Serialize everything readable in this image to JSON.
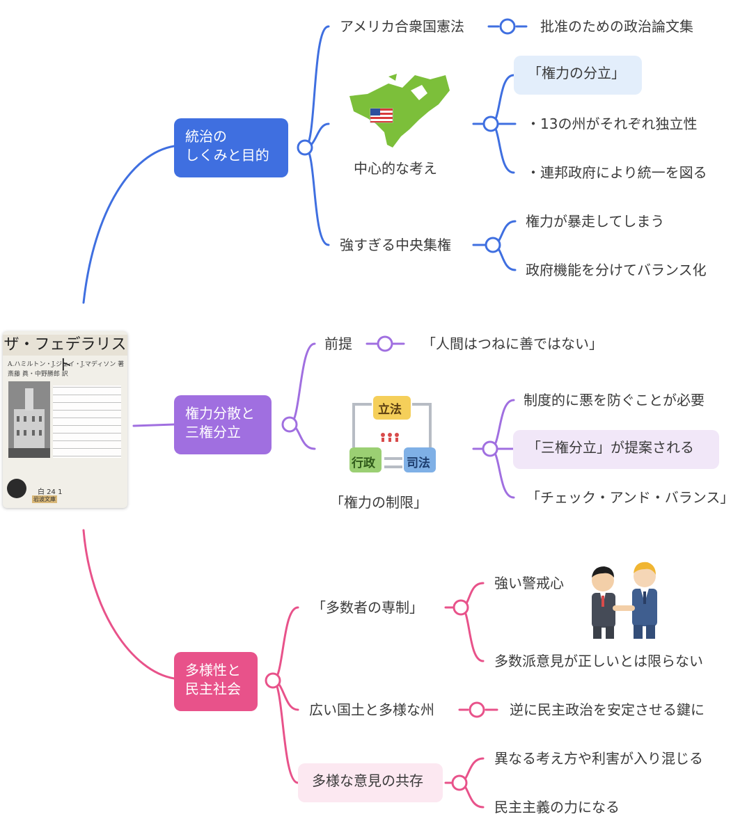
{
  "colors": {
    "blue": "#3f6fe0",
    "purple": "#a06fe0",
    "pink": "#e8528a"
  },
  "book": {
    "title": "ザ・フェデラリスト",
    "authors": "A.ハミルトン・J.ジェイ・J.マディソン 著",
    "translators": "斎藤 眞・中野勝郎 訳",
    "series_number": "白 24 1",
    "publisher": "岩波文庫",
    "image": "book-cover"
  },
  "branch1": {
    "label": "統治の\nしくみと目的",
    "constitution": "アメリカ合衆国憲法",
    "constitution_note": "批准のための政治論文集",
    "central_idea": "中心的な考え",
    "central_image": "north-america-map-with-us-flag",
    "central_points": [
      "「権力の分立」",
      "・13の州がそれぞれ独立性",
      "・連邦政府により統一を図る"
    ],
    "central_power": "強すぎる中央集権",
    "central_power_points": [
      "権力が暴走してしまう",
      "政府機能を分けてバランス化"
    ]
  },
  "branch2": {
    "label": "権力分散と\n三権分立",
    "premise": "前提",
    "premise_note": "「人間はつねに善ではない」",
    "limit": "「権力の制限」",
    "limit_image": {
      "legislative": "立法",
      "executive": "行政",
      "judicial": "司法"
    },
    "limit_points": [
      "制度的に悪を防ぐことが必要",
      "「三権分立」が提案される",
      "「チェック・アンド・バランス」"
    ]
  },
  "branch3": {
    "label": "多様性と\n民主社会",
    "tyranny": "「多数者の専制」",
    "tyranny_points": [
      "強い警戒心",
      "多数派意見が正しいとは限らない"
    ],
    "tyranny_image": "two-businessmen-shaking-hands",
    "territory": "広い国土と多様な州",
    "territory_note": "逆に民主政治を安定させる鍵に",
    "coexist": "多様な意見の共存",
    "coexist_points": [
      "異なる考え方や利害が入り混じる",
      "民主主義の力になる"
    ]
  }
}
